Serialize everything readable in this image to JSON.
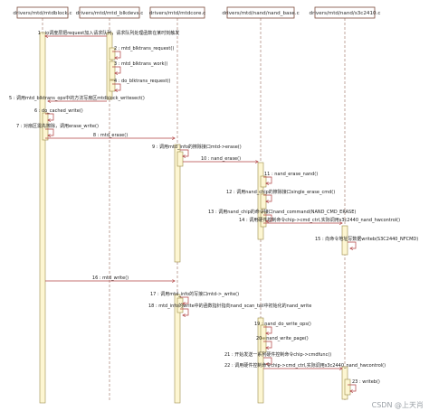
{
  "participants": [
    {
      "id": "p1",
      "label": "drivers/mtd/mtdblock.c"
    },
    {
      "id": "p2",
      "label": "drivers/mtd/mtd_blkdevs.c"
    },
    {
      "id": "p3",
      "label": "drivers/mtd/mtdcore.c"
    },
    {
      "id": "p4",
      "label": "drivers/mtd/nand/nand_base.c"
    },
    {
      "id": "p5",
      "label": "drivers/mtd/nand/s3c2410.c"
    }
  ],
  "messages": [
    {
      "n": "1",
      "text": "1 : io调度层把request加入请求队列，请求队列处理函数在某时刻触发"
    },
    {
      "n": "2",
      "text": "2 : mtd_blktrans_request()"
    },
    {
      "n": "3",
      "text": "3 : mtd_blktrans_work()"
    },
    {
      "n": "4",
      "text": "4 : do_blktrans_request()"
    },
    {
      "n": "5",
      "text": "5 : 调用mtd_blktrans_ops中的方法写扇区mtdblock_writesect()"
    },
    {
      "n": "6",
      "text": "6 : do_cached_write()"
    },
    {
      "n": "7",
      "text": "7 : 对扇区需先擦除，调用erase_write()"
    },
    {
      "n": "8",
      "text": "8 : mtd_erase()"
    },
    {
      "n": "9",
      "text": "9 : 调用mtd_info的擦除接口mtd->erase()"
    },
    {
      "n": "10",
      "text": "10 : nand_erase()"
    },
    {
      "n": "11",
      "text": "11 : nand_erase_nand()"
    },
    {
      "n": "12",
      "text": "12 : 调用nand_chip的擦除接口single_erase_cmd()"
    },
    {
      "n": "13",
      "text": "13 : 调用nand_chip的命令接口nand_command(NAND_CMD_ERASE)"
    },
    {
      "n": "14",
      "text": "14 : 调用硬件控制命令chip->cmd_ctrl,实际调用s3c2440_nand_hwcontrol()"
    },
    {
      "n": "15",
      "text": "15 : 向命令地址写数据writeb(S3C2440_NFCMD)"
    },
    {
      "n": "16",
      "text": "16 : mtd_write()"
    },
    {
      "n": "17",
      "text": "17 : 调用mtd_info的写接口mtd->_write()"
    },
    {
      "n": "18",
      "text": "18 : mtd_info的write中的函数指针指向nand_scan_tail中初始化的nand_write"
    },
    {
      "n": "19",
      "text": "19 : nand_do_write_ops()"
    },
    {
      "n": "20",
      "text": "20 : nand_write_page()"
    },
    {
      "n": "21",
      "text": "21 : 开始发送一系列硬件控制命令chip->cmdfunc()"
    },
    {
      "n": "22",
      "text": "22 : 调用硬件控制命令chip->cmd_ctrl,实际调用s3c2440_nand_hwcontrol()"
    },
    {
      "n": "23",
      "text": "23 : writeb()"
    }
  ],
  "watermark": "CSDN @上天肖"
}
